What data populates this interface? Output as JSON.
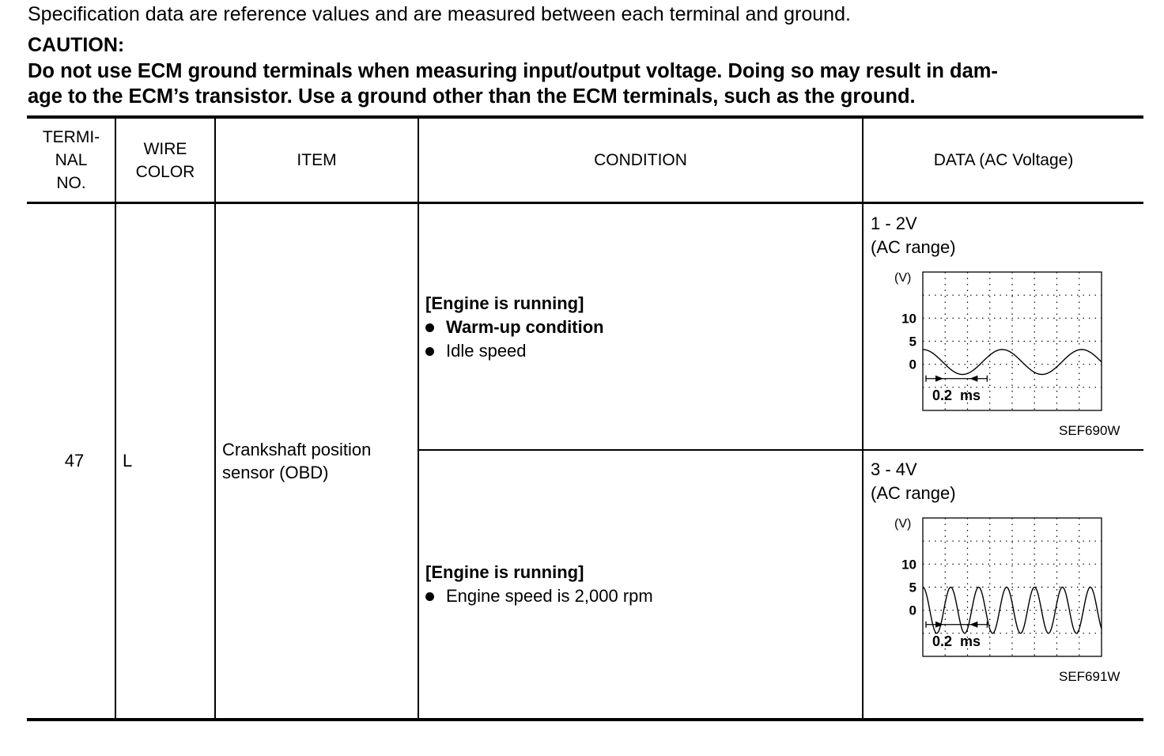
{
  "intro": "Specification data are reference values and are measured between each terminal and ground.",
  "caution": {
    "heading": "CAUTION:",
    "line1": "Do not use ECM ground terminals when measuring input/output voltage. Doing so may result in dam-",
    "line2": "age to the ECM’s transistor. Use a ground other than the ECM terminals, such as the ground."
  },
  "table": {
    "headers": {
      "terminal": [
        "TERMI-",
        "NAL",
        "NO."
      ],
      "wire": [
        "WIRE",
        "COLOR"
      ],
      "item": "ITEM",
      "condition": "CONDITION",
      "data": "DATA (AC Voltage)"
    },
    "row": {
      "terminal": "47",
      "wire_color": "L",
      "item": [
        "Crankshaft position",
        "sensor (OBD)"
      ],
      "conditions": [
        {
          "title": "[Engine is running]",
          "bullets": [
            "Warm-up condition",
            "Idle speed"
          ],
          "data_value": "1 - 2V",
          "data_range": "(AC range)",
          "figure_code": "SEF690W",
          "waveform": {
            "cycles_in_window": 2.25,
            "amplitude_v": 2.7,
            "offset_v": 0.5
          }
        },
        {
          "title": "[Engine is running]",
          "bullets": [
            "Engine speed is 2,000 rpm"
          ],
          "data_value": "3 - 4V",
          "data_range": "(AC range)",
          "figure_code": "SEF691W",
          "waveform": {
            "cycles_in_window": 6.4,
            "amplitude_v": 5,
            "offset_v": 0
          }
        }
      ]
    }
  },
  "scope": {
    "y_unit": "(V)",
    "y_ticks": [
      "10",
      "5",
      "0"
    ],
    "y_tick_values": [
      10,
      5,
      0
    ],
    "y_range": [
      -10,
      20
    ],
    "time_scale": "0.2  ms"
  }
}
